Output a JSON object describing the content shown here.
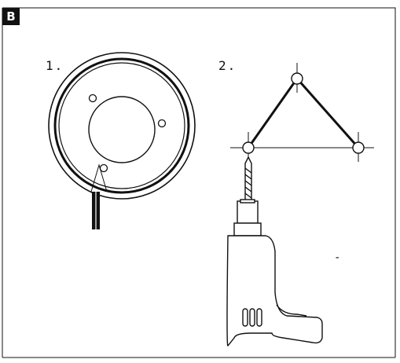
{
  "panel": {
    "label": "B"
  },
  "steps": [
    {
      "number": "1."
    },
    {
      "number": "2."
    }
  ],
  "note": {
    "text": "-"
  },
  "icons": [
    "device-mount-disc-icon",
    "triangle-drill-template-icon",
    "electric-drill-icon"
  ]
}
